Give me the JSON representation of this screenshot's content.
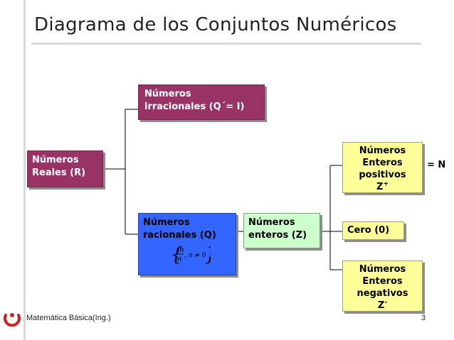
{
  "title": "Diagrama de los Conjuntos Numéricos",
  "nodes": {
    "reales": [
      "Números",
      "Reales (R)"
    ],
    "irracionales": [
      "Números",
      "irracionales (Q´= I)"
    ],
    "racionales": [
      "Números",
      "racionales (Q)"
    ],
    "racionales_formula": {
      "numerator": "m",
      "denominator": "n",
      "condition": ", n ≠ 0"
    },
    "enteros": [
      "Números",
      "enteros (Z)"
    ],
    "positivos": [
      "Números",
      "Enteros",
      "positivos",
      "Z",
      "+"
    ],
    "cero": "Cero (0)",
    "negativos": [
      "Números",
      "Enteros",
      "negativos",
      "Z",
      "-"
    ]
  },
  "equivalence": "= N",
  "footer": "Matemática Básica(Ing.)",
  "page_number": "3",
  "colors": {
    "reales": "#993366",
    "irracionales": "#993366",
    "racionales": "#3366ff",
    "enteros": "#ccffcc",
    "enteros_subsets": "#ffff99",
    "logo": "#cc1f1f"
  },
  "icons": {
    "logo": "university-logo"
  }
}
